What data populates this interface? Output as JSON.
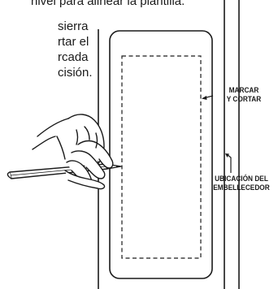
{
  "instructions": {
    "lines": [
      "nivel para alinear la plantilla.",
      "sierra",
      "rtar el",
      "rcada",
      "cisión."
    ]
  },
  "callouts": {
    "mark_and_cut": [
      "MARCAR",
      "Y CORTAR"
    ],
    "trim_location": [
      "UBICACIÓN DEL",
      "EMBELLECEDOR"
    ]
  },
  "colors": {
    "ink": "#1a1a1a",
    "background": "#ffffff"
  },
  "icons": {
    "hand": "hand-holding-pencil",
    "pencil": "pencil"
  }
}
